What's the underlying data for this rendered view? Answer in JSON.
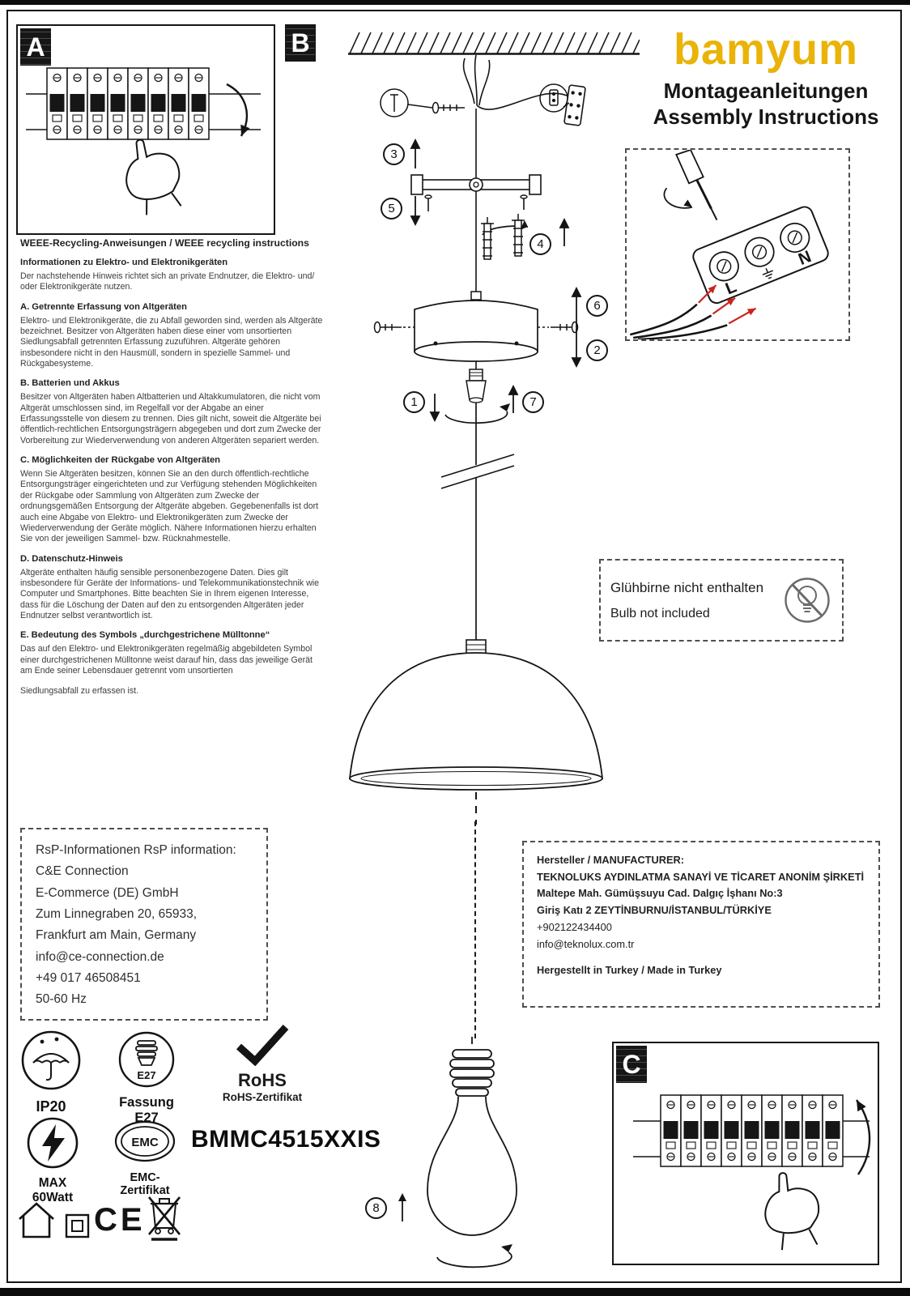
{
  "brand": {
    "logo": "bamyum",
    "subtitle_de": "Montageanleitungen",
    "subtitle_en": "Assembly Instructions"
  },
  "panels": {
    "a": "A",
    "b": "B",
    "c": "C"
  },
  "weee": {
    "title": "WEEE-Recycling-Anweisungen / WEEE recycling instructions",
    "intro_heading": "Informationen zu Elektro- und Elektronikgeräten",
    "intro_text": "Der nachstehende Hinweis richtet sich an private Endnutzer, die Elektro- und/ oder Elektronikgeräte nutzen.",
    "sections": [
      {
        "heading": "A. Getrennte Erfassung von Altgeräten",
        "text": "Elektro- und Elektronikgeräte, die zu Abfall geworden sind, werden als Altgeräte bezeichnet. Besitzer von Altgeräten haben diese einer vom unsortierten Siedlungsabfall getrennten Erfassung zuzuführen. Altgeräte gehören insbesondere nicht in den Hausmüll, sondern in spezielle Sammel- und Rückgabesysteme."
      },
      {
        "heading": "B. Batterien und Akkus",
        "text": "Besitzer von Altgeräten haben Altbatterien und Altakkumulatoren, die nicht vom Altgerät umschlossen sind, im Regelfall vor der Abgabe an einer Erfassungsstelle von diesem zu trennen. Dies gilt nicht, soweit die Altgeräte bei öffentlich-rechtlichen Entsorgungsträgern abgegeben und dort zum Zwecke der Vorbereitung zur Wiederverwendung von anderen Altgeräten separiert werden."
      },
      {
        "heading": "C. Möglichkeiten der Rückgabe von Altgeräten",
        "text": "Wenn Sie Altgeräten besitzen, können Sie an den durch öffentlich-rechtliche Entsorgungsträger eingerichteten und zur Verfügung stehenden Möglichkeiten der Rückgabe oder Sammlung von Altgeräten zum Zwecke der ordnungsgemäßen Entsorgung der Altgeräte abgeben. Gegebenenfalls ist dort auch eine Abgabe von Elektro- und Elektronikgeräten zum Zwecke der Wiederverwendung der Geräte möglich. Nähere Informationen hierzu erhalten Sie von der jeweiligen Sammel- bzw. Rücknahmestelle."
      },
      {
        "heading": "D. Datenschutz-Hinweis",
        "text": "Altgeräte enthalten häufig sensible personenbezogene Daten. Dies gilt insbesondere für Geräte der Informations- und Telekommunikationstechnik wie Computer und Smartphones. Bitte beachten Sie in Ihrem eigenen Interesse, dass für die Löschung der Daten auf den zu entsorgenden Altgeräten jeder Endnutzer selbst verantwortlich ist."
      },
      {
        "heading": "E. Bedeutung des Symbols „durchgestrichene Mülltonne“",
        "text": "Das auf den Elektro- und Elektronikgeräten regelmäßig abgebildeten Symbol einer durchgestrichenen Mülltonne weist darauf hin, dass das jeweilige Gerät am Ende seiner Lebensdauer getrennt vom unsortierten"
      }
    ],
    "footer_text": "Siedlungsabfall zu erfassen ist."
  },
  "diagram": {
    "steps": [
      "1",
      "2",
      "3",
      "4",
      "5",
      "6",
      "7",
      "8"
    ],
    "wiring_l": "L",
    "wiring_n": "N"
  },
  "bulb_note": {
    "line_de": "Glühbirne nicht enthalten",
    "line_en": "Bulb not included"
  },
  "rsp": {
    "lines": [
      "RsP-Informationen RsP information:",
      "C&E Connection",
      "E-Commerce (DE) GmbH",
      "Zum Linnegraben 20, 65933,",
      "Frankfurt am Main, Germany",
      "info@ce-connection.de",
      "+49 017 46508451",
      "50-60 Hz"
    ]
  },
  "manufacturer": {
    "lines": [
      "Hersteller / MANUFACTURER:",
      "TEKNOLUKS AYDINLATMA SANAYİ VE TİCARET ANONİM ŞİRKETİ",
      "Maltepe Mah. Gümüşsuyu Cad. Dalgıç İşhanı No:3",
      "Giriş Katı 2 ZEYTİNBURNU/İSTANBUL/TÜRKİYE",
      "+902122434400",
      "info@teknolux.com.tr"
    ],
    "footer": "Hergestellt in Turkey / Made in Turkey"
  },
  "certs": {
    "ip20": "IP20",
    "e27_badge": "E27",
    "e27_label": "Fassung E27",
    "rohs": "RoHS",
    "rohs_sub": "RoHS-Zertifikat",
    "max_watt": "MAX 60Watt",
    "emc": "EMC",
    "emc_sub": "EMC-Zertifikat",
    "product_code": "BMMC4515XXIS",
    "ce": "CE"
  }
}
